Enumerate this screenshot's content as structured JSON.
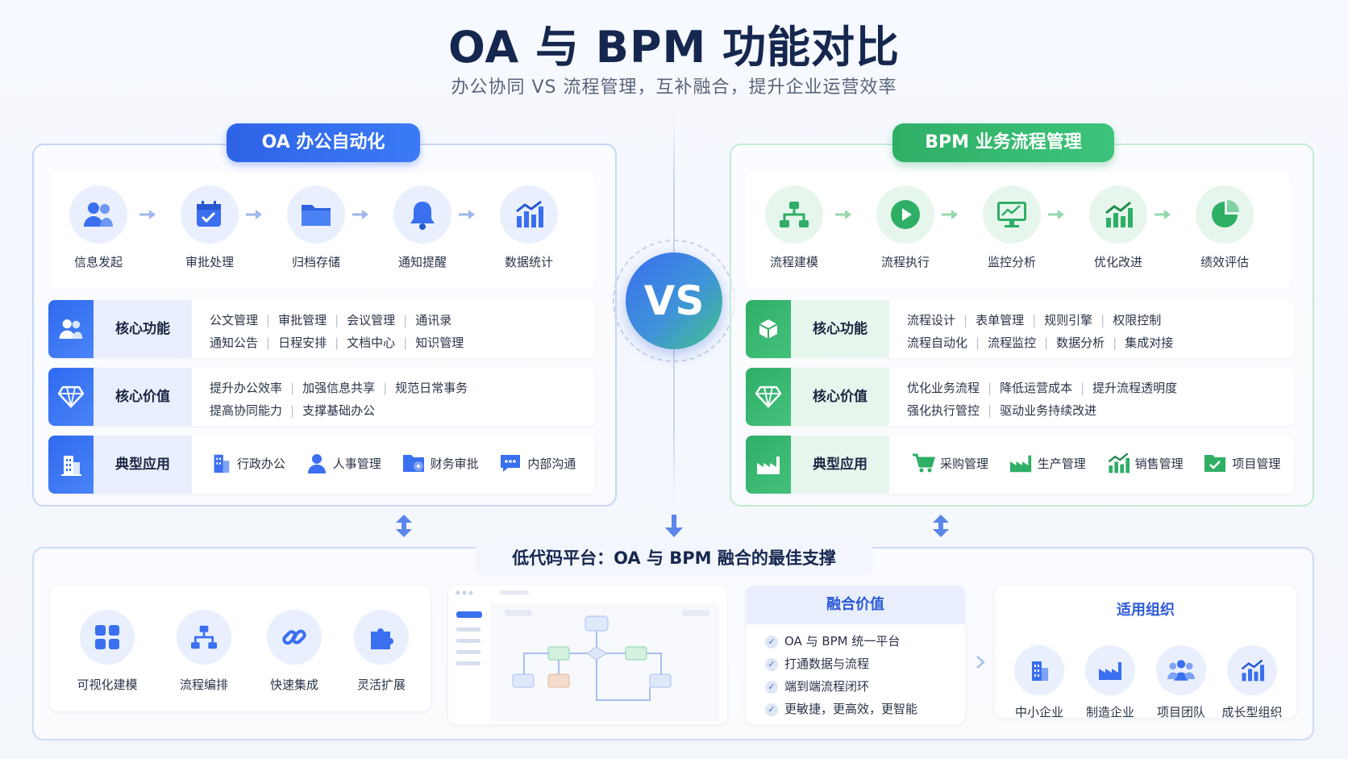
{
  "header": {
    "title": "OA 与 BPM 功能对比",
    "subtitle": "办公协同 VS 流程管理，互补融合，提升企业运营效率"
  },
  "vs_label": "VS",
  "oa": {
    "badge": "OA 办公自动化",
    "steps": [
      {
        "label": "信息发起",
        "icon": "people-icon"
      },
      {
        "label": "审批处理",
        "icon": "calendar-check-icon"
      },
      {
        "label": "归档存储",
        "icon": "folder-icon"
      },
      {
        "label": "通知提醒",
        "icon": "bell-icon"
      },
      {
        "label": "数据统计",
        "icon": "bar-chart-icon"
      }
    ],
    "core_function": {
      "title": "核心功能",
      "line1": [
        "公文管理",
        "审批管理",
        "会议管理",
        "通讯录"
      ],
      "line2": [
        "通知公告",
        "日程安排",
        "文档中心",
        "知识管理"
      ]
    },
    "core_value": {
      "title": "核心价值",
      "line1": [
        "提升办公效率",
        "加强信息共享",
        "规范日常事务"
      ],
      "line2": [
        "提高协同能力",
        "支撑基础办公"
      ]
    },
    "typical_app": {
      "title": "典型应用",
      "items": [
        {
          "label": "行政办公",
          "icon": "building-icon"
        },
        {
          "label": "人事管理",
          "icon": "person-icon"
        },
        {
          "label": "财务审批",
          "icon": "folder-settings-icon"
        },
        {
          "label": "内部沟通",
          "icon": "chat-icon"
        }
      ]
    }
  },
  "bpm": {
    "badge": "BPM 业务流程管理",
    "steps": [
      {
        "label": "流程建模",
        "icon": "flow-tree-icon"
      },
      {
        "label": "流程执行",
        "icon": "play-icon"
      },
      {
        "label": "监控分析",
        "icon": "monitor-icon"
      },
      {
        "label": "优化改进",
        "icon": "growth-chart-icon"
      },
      {
        "label": "绩效评估",
        "icon": "pie-chart-icon"
      }
    ],
    "core_function": {
      "title": "核心功能",
      "line1": [
        "流程设计",
        "表单管理",
        "规则引擎",
        "权限控制"
      ],
      "line2": [
        "流程自动化",
        "流程监控",
        "数据分析",
        "集成对接"
      ]
    },
    "core_value": {
      "title": "核心价值",
      "line1": [
        "优化业务流程",
        "降低运营成本",
        "提升流程透明度"
      ],
      "line2": [
        "强化执行管控",
        "驱动业务持续改进"
      ]
    },
    "typical_app": {
      "title": "典型应用",
      "items": [
        {
          "label": "采购管理",
          "icon": "cart-icon"
        },
        {
          "label": "生产管理",
          "icon": "factory-icon"
        },
        {
          "label": "销售管理",
          "icon": "growth-chart-icon"
        },
        {
          "label": "项目管理",
          "icon": "folder-check-icon"
        }
      ]
    }
  },
  "bottom": {
    "title": "低代码平台：OA 与 BPM 融合的最佳支撑",
    "tools": [
      {
        "label": "可视化建模",
        "icon": "grid-icon"
      },
      {
        "label": "流程编排",
        "icon": "flow-tree-icon"
      },
      {
        "label": "快速集成",
        "icon": "link-icon"
      },
      {
        "label": "灵活扩展",
        "icon": "puzzle-icon"
      }
    ],
    "value": {
      "title": "融合价值",
      "items": [
        "OA 与 BPM 统一平台",
        "打通数据与流程",
        "端到端流程闭环",
        "更敏捷，更高效，更智能"
      ]
    },
    "orgs": {
      "title": "适用组织",
      "items": [
        {
          "label": "中小企业",
          "icon": "building-icon"
        },
        {
          "label": "制造企业",
          "icon": "factory-icon"
        },
        {
          "label": "项目团队",
          "icon": "people-icon"
        },
        {
          "label": "成长型组织",
          "icon": "growth-chart-icon"
        }
      ]
    }
  },
  "colors": {
    "oa_primary": "#2f6af0",
    "bpm_primary": "#2fae66",
    "title": "#16274f"
  }
}
